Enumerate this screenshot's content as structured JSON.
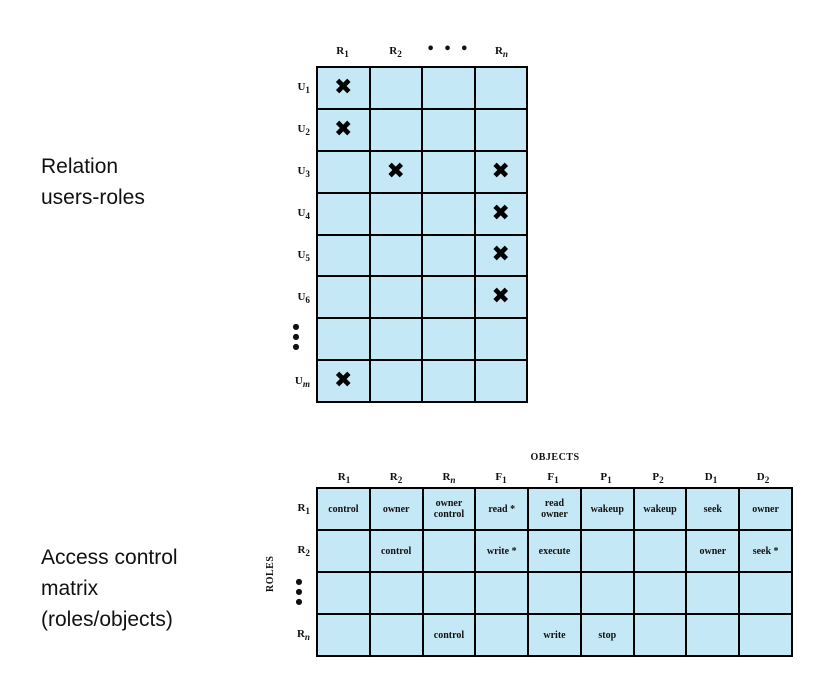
{
  "labels": {
    "relation_line1": "Relation",
    "relation_line2": "users-roles",
    "acm_line1": "Access control",
    "acm_line2": "matrix",
    "acm_line3": "(roles/objects)"
  },
  "users_roles": {
    "columns": [
      "R1",
      "R2",
      "• • •",
      "Rn"
    ],
    "rows": [
      "U1",
      "U2",
      "U3",
      "U4",
      "U5",
      "U6",
      "•\n•\n•",
      "Um"
    ],
    "mark": "✖",
    "cells": [
      [
        "✖",
        "",
        "",
        ""
      ],
      [
        "✖",
        "",
        "",
        ""
      ],
      [
        "",
        "✖",
        "",
        "✖"
      ],
      [
        "",
        "",
        "",
        "✖"
      ],
      [
        "",
        "",
        "",
        "✖"
      ],
      [
        "",
        "",
        "",
        "✖"
      ],
      [
        "",
        "",
        "",
        ""
      ],
      [
        "✖",
        "",
        "",
        ""
      ]
    ]
  },
  "access_matrix": {
    "objects_label": "OBJECTS",
    "roles_label": "ROLES",
    "columns": [
      "R1",
      "R2",
      "Rn",
      "F1",
      "F1",
      "P1",
      "P2",
      "D1",
      "D2"
    ],
    "rows": [
      "R1",
      "R2",
      "•\n•\n•",
      "Rn"
    ],
    "cells": [
      [
        "control",
        "owner",
        "owner control",
        "read *",
        "read owner",
        "wakeup",
        "wakeup",
        "seek",
        "owner"
      ],
      [
        "",
        "control",
        "",
        "write *",
        "execute",
        "",
        "",
        "owner",
        "seek *"
      ],
      [
        "",
        "",
        "",
        "",
        "",
        "",
        "",
        "",
        ""
      ],
      [
        "",
        "",
        "control",
        "",
        "write",
        "stop",
        "",
        "",
        ""
      ]
    ]
  },
  "colors": {
    "cell_fill": "#c5e8f6",
    "grid_line": "#000000"
  }
}
